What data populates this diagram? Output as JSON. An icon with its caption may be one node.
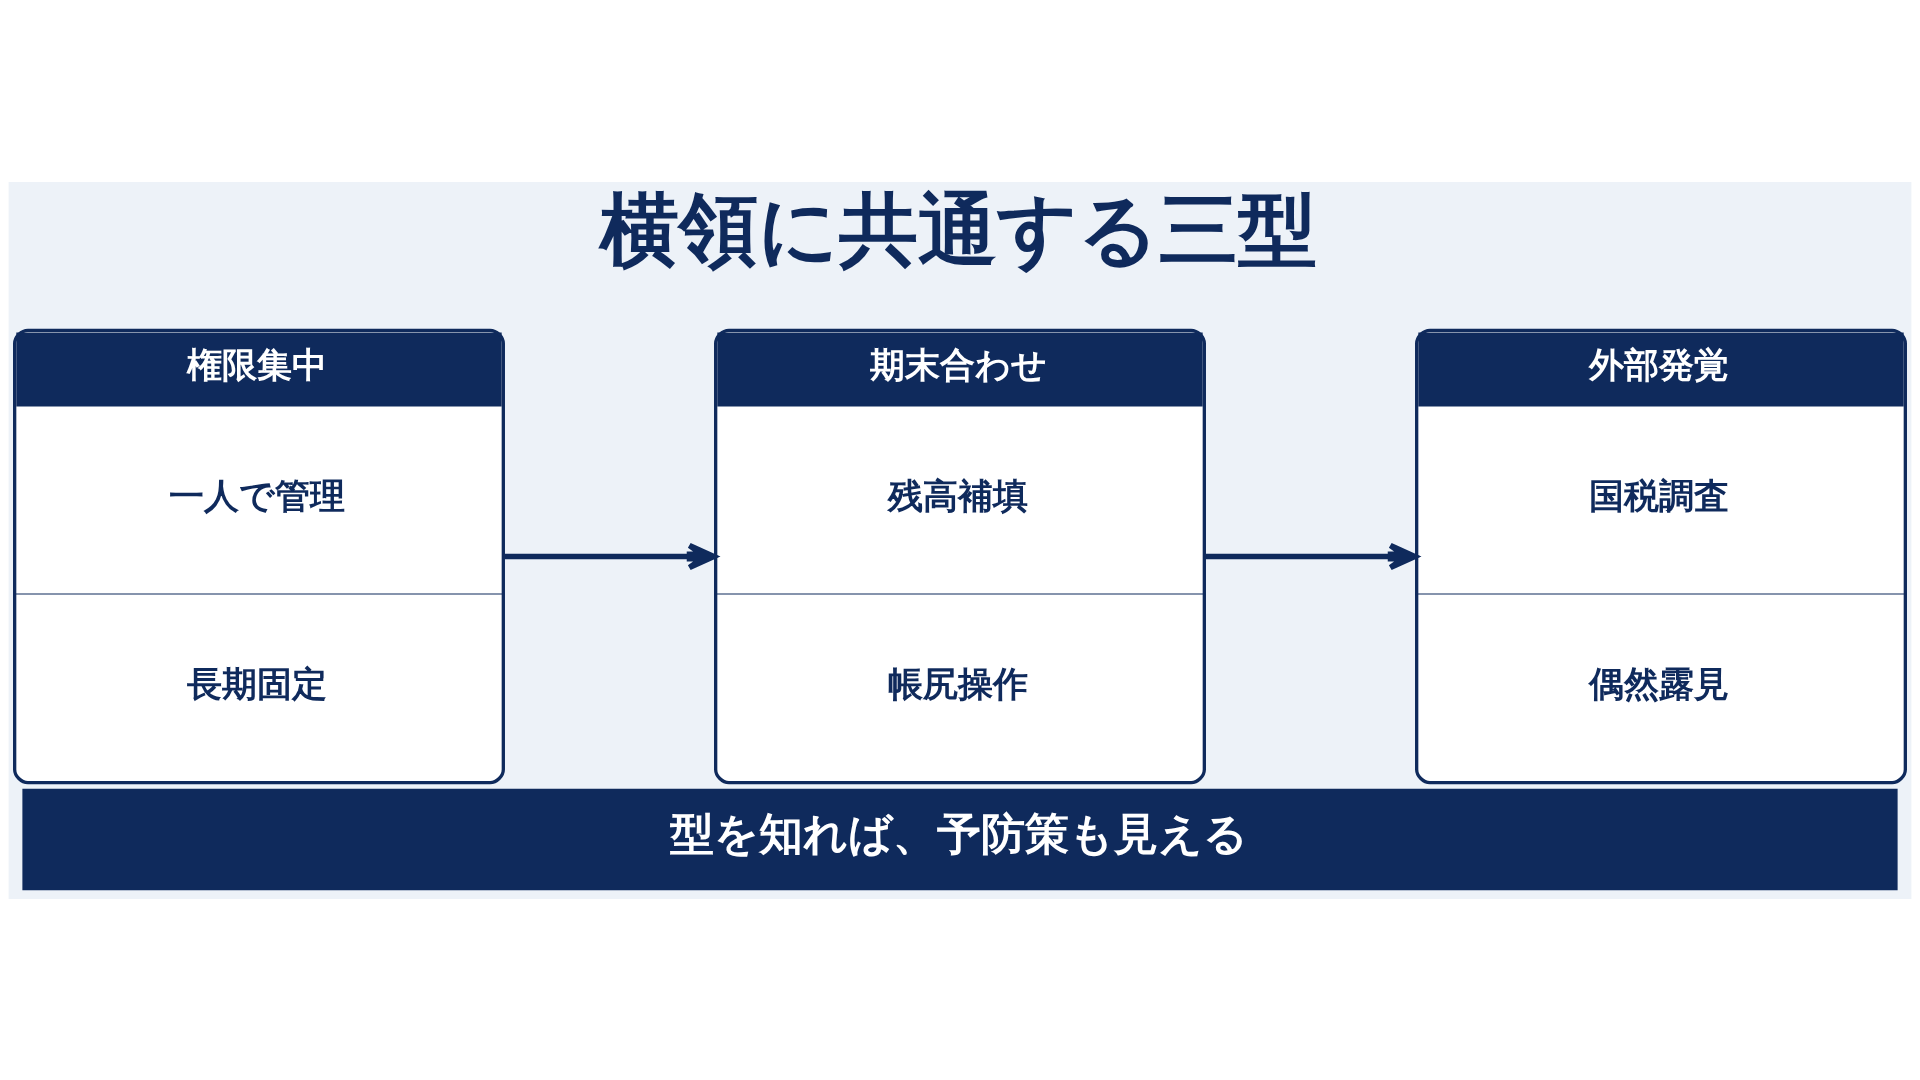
{
  "diagram": {
    "title": "横領に共通する三型",
    "caption": "型を知れば、予防策も見える",
    "nodes": [
      {
        "text": [
          "権限集中",
          "一人で管理",
          "長期固定"
        ]
      },
      {
        "text": [
          "期末合わせ",
          "残高補填",
          "帳尻操作"
        ]
      },
      {
        "text": [
          "外部発覚",
          "国税調査",
          "偶然露見"
        ]
      }
    ],
    "edges": [
      {
        "from": 0,
        "to": 1,
        "arrow": "to"
      },
      {
        "from": 1,
        "to": 2,
        "arrow": "to"
      }
    ]
  }
}
